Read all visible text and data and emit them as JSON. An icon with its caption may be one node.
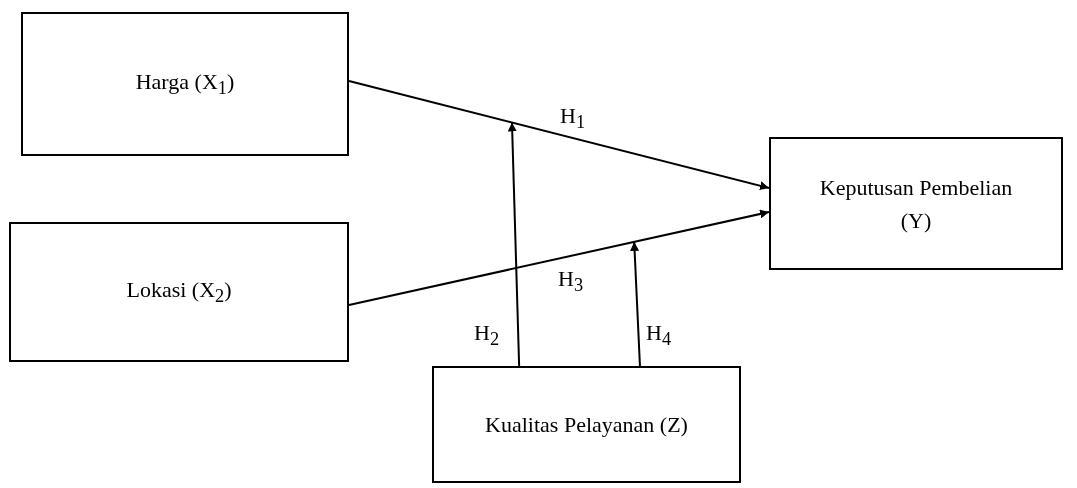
{
  "diagram": {
    "nodes": [
      {
        "text": [
          "Harga (X$_{1}$)"
        ]
      },
      {
        "text": [
          "Keputusan Pembelian (Y)"
        ]
      },
      {
        "text": [
          "Lokasi (X$_{2}$)"
        ]
      },
      {
        "text": [
          "Kualitas Pelayanan (Z)"
        ]
      }
    ],
    "edges": [
      {
        "from": 0,
        "to": 1,
        "arrow": "to",
        "label": "H$_{1}$"
      },
      {
        "from": 2,
        "to": 1,
        "arrow": "to",
        "label": "H$_{3}$"
      },
      {
        "from": 3,
        "to": null,
        "arrow": "to",
        "label": "H$_{2}$"
      },
      {
        "from": 3,
        "to": null,
        "arrow": "to",
        "label": "H$_{4}$"
      }
    ]
  }
}
